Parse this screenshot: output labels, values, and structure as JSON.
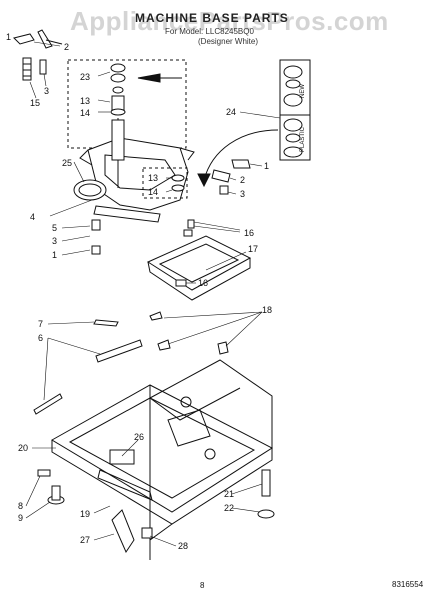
{
  "watermark": "AppliancePartsPros.com",
  "header": {
    "title": "MACHINE BASE PARTS",
    "subtitle_line1": "For Model: LLC8245BQ0",
    "subtitle_line2": "(Designer White)"
  },
  "kit_labels": {
    "top": "NEW",
    "bottom": "PLASTIC"
  },
  "callouts": [
    "1",
    "2",
    "3",
    "15",
    "23",
    "13",
    "14",
    "24",
    "25",
    "13",
    "14",
    "1",
    "2",
    "3",
    "4",
    "5",
    "3",
    "1",
    "16",
    "17",
    "16",
    "7",
    "6",
    "18",
    "26",
    "20",
    "8",
    "9",
    "19",
    "21",
    "22",
    "27",
    "28"
  ],
  "footer": {
    "page_number": "8",
    "document_id": "8316554"
  }
}
